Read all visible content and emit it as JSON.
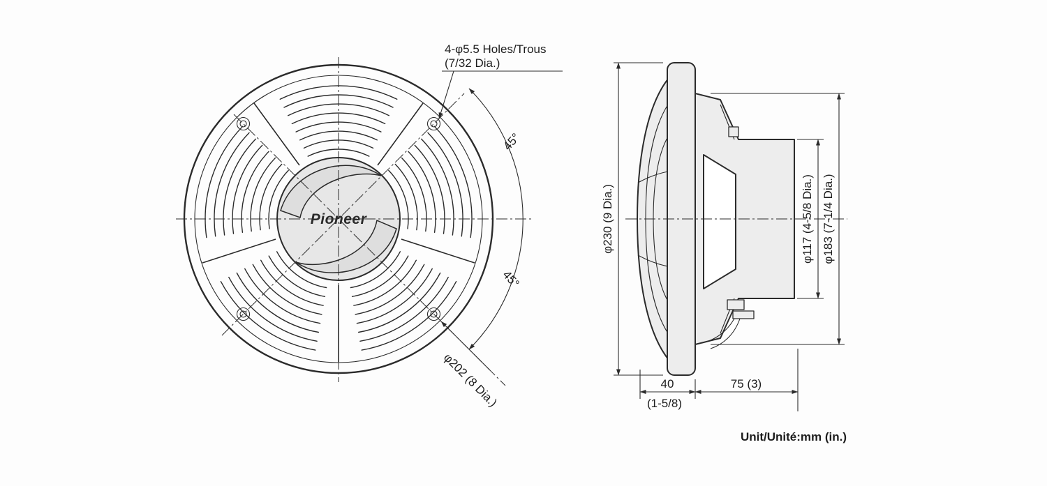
{
  "page": {
    "background": "#fdfdfd",
    "line_color": "#2b2b2b",
    "part_fill_color": "#ededed"
  },
  "front_view": {
    "holes_note_line1": "4-φ5.5 Holes/Trous",
    "holes_note_line2": "(7/32 Dia.)",
    "angle_upper": "45°",
    "angle_lower": "45°",
    "bolt_circle_dim": "φ202 (8 Dia.)",
    "logo": "Pioneer"
  },
  "side_view": {
    "overall_diameter": "φ230 (9 Dia.)",
    "magnet_diameter": "φ117 (4-5/8 Dia.)",
    "basket_diameter": "φ183 (7-1/4 Dia.)",
    "front_depth_mm": "40",
    "front_depth_in": "(1-5/8)",
    "rear_depth": "75 (3)"
  },
  "footer": {
    "unit_note": "Unit/Unité:mm (in.)"
  }
}
